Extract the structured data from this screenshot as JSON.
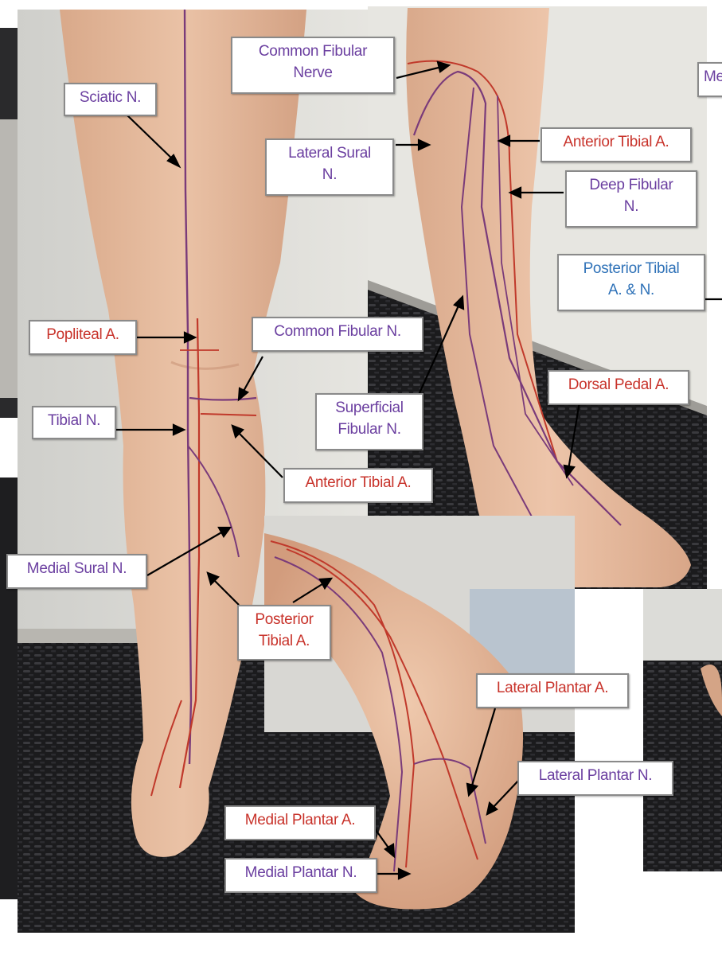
{
  "colors": {
    "nerve_text": "#6b3fa0",
    "artery_text": "#c8332b",
    "mixed_text": "#2f72b8",
    "nerve_line": "#7a3b7a",
    "artery_line": "#c0392b"
  },
  "photos": [
    "posterior-leg-photo",
    "anterolateral-leg-foot-photo",
    "plantar-foot-photo"
  ],
  "labels": {
    "sciatic": "Sciatic N.",
    "popliteal_a": "Popliteal A.",
    "tibial_n": "Tibial N.",
    "medial_sural": "Medial Sural N.",
    "common_fibular_n": "Common Fibular N.",
    "anterior_tibial_a_post": "Anterior Tibial A.",
    "posterior_tibial_a_line1": "Posterior",
    "posterior_tibial_a_line2": "Tibial A.",
    "common_fibular_nerve_line1": "Common Fibular",
    "common_fibular_nerve_line2": "Nerve",
    "lateral_sural_line1": "Lateral Sural",
    "lateral_sural_line2": "N.",
    "anterior_tibial_a_ant": "Anterior Tibial A.",
    "deep_fibular_line1": "Deep Fibular",
    "deep_fibular_line2": "N.",
    "posterior_tibial_an_line1": "Posterior Tibial",
    "posterior_tibial_an_line2": "A. & N.",
    "superficial_fibular_line1": "Superficial",
    "superficial_fibular_line2": "Fibular N.",
    "dorsal_pedal": "Dorsal Pedal A.",
    "lateral_plantar_a": "Lateral Plantar A.",
    "lateral_plantar_n": "Lateral Plantar N.",
    "medial_plantar_a": "Medial Plantar A.",
    "medial_plantar_n": "Medial Plantar N.",
    "cut_edge": "Me"
  }
}
